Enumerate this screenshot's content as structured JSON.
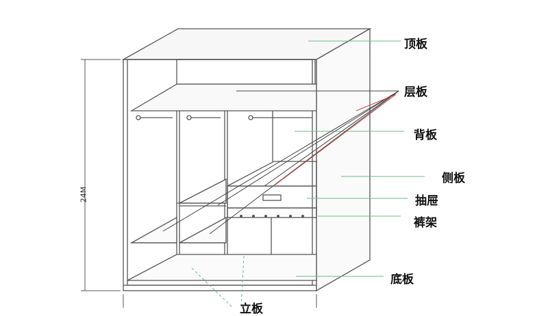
{
  "labels": {
    "top_panel": "顶板",
    "shelf": "层板",
    "back_panel": "背板",
    "side_panel": "侧板",
    "drawer": "抽屉",
    "trouser_rack": "裤架",
    "bottom_panel": "底板",
    "divider": "立板"
  },
  "dimension": "24M",
  "colors": {
    "line": "#555555",
    "leader_green": "#6fb88a",
    "leader_red": "#c44d4d"
  }
}
